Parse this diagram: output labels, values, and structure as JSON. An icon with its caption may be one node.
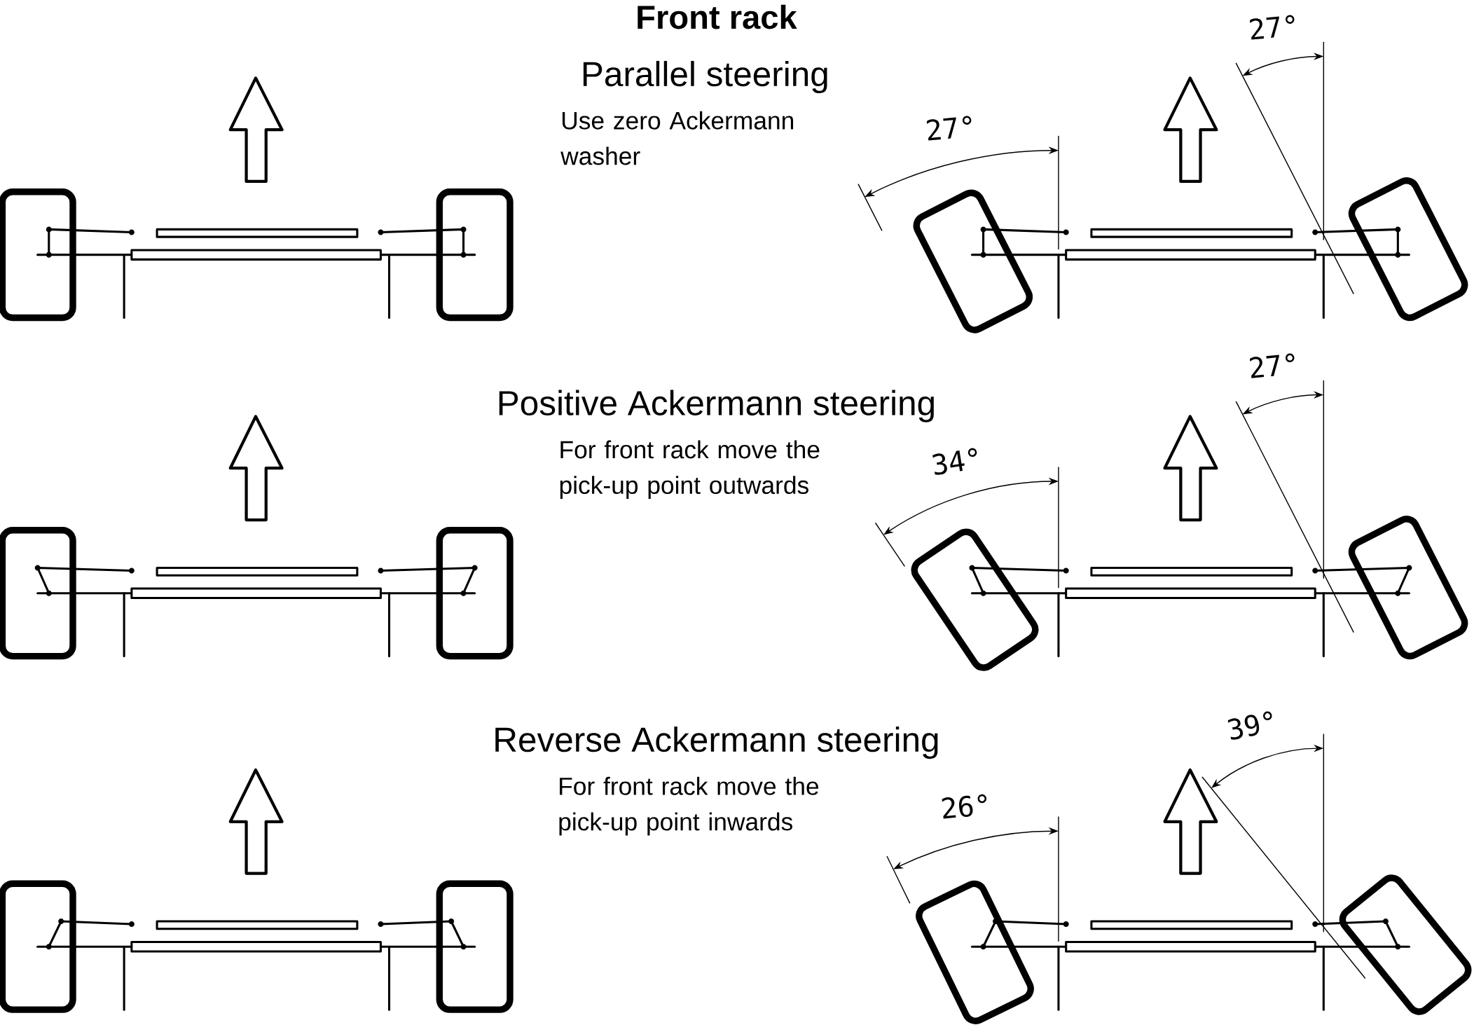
{
  "diagram": {
    "title": "Front rack",
    "labels": [
      "27°",
      "Parallel steering",
      "Use zero Ackermann washer",
      "27°",
      "Positive Ackermann steering",
      "27°",
      "For front rack move the pick-up point outwards",
      "34°",
      "Reverse Ackermann steering",
      "39°",
      "For front rack move the pick-up point inwards",
      "26°"
    ]
  }
}
